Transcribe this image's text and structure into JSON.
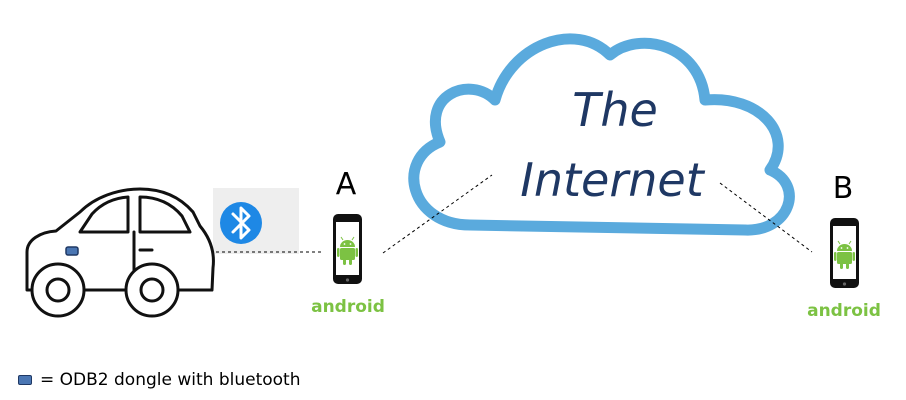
{
  "cloud": {
    "line1": "The",
    "line2": "Internet"
  },
  "nodes": {
    "a": {
      "letter": "A",
      "platform_word": "android"
    },
    "b": {
      "letter": "B",
      "platform_word": "android"
    }
  },
  "legend": {
    "text": "= ODB2 dongle with bluetooth"
  },
  "colors": {
    "cloud_outline": "#5aaadd",
    "cloud_text": "#1f3864",
    "bluetooth_badge": "#1e88e5",
    "android_green": "#7cc243",
    "dongle": "#4a76b3"
  },
  "icons": {
    "car": "car-icon",
    "bluetooth": "bluetooth-icon",
    "phone": "smartphone-icon",
    "android": "android-robot-icon",
    "dongle": "obd2-dongle-icon"
  }
}
